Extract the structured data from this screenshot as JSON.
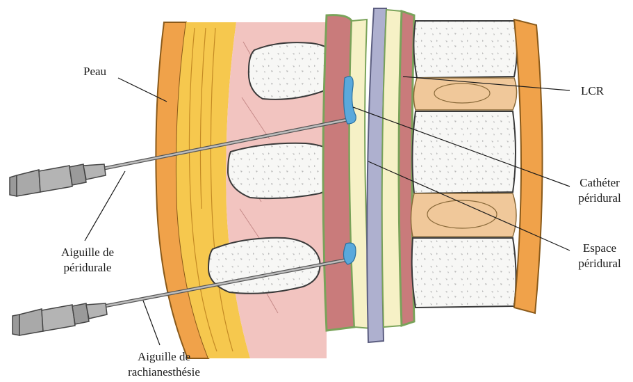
{
  "labels": {
    "peau": "Peau",
    "lcr": "LCR",
    "catheter": [
      "Cathéter",
      "péridural"
    ],
    "espace": [
      "Espace",
      "péridural"
    ],
    "aig_peri": [
      "Aiguille de",
      "péridurale"
    ],
    "aig_rachi": [
      "Aiguille de",
      "rachianesthésie"
    ]
  },
  "colors": {
    "skin_orange": "#f0a24a",
    "fat_yellow": "#f6c84e",
    "muscle_pink": "#f2c4c0",
    "bone_white": "#f7f7f5",
    "bone_outline": "#3a3a3a",
    "disc_tan": "#f0c89a",
    "dura_red": "#c97b7b",
    "csf_cream": "#f6f1c6",
    "cord_lavender": "#aeb0cf",
    "edge_green": "#7aa35a",
    "needle_grey": "#a9a9a9",
    "fluid_blue": "#5aa9dc"
  },
  "icons": {
    "needle": "syringe-needle-icon"
  }
}
